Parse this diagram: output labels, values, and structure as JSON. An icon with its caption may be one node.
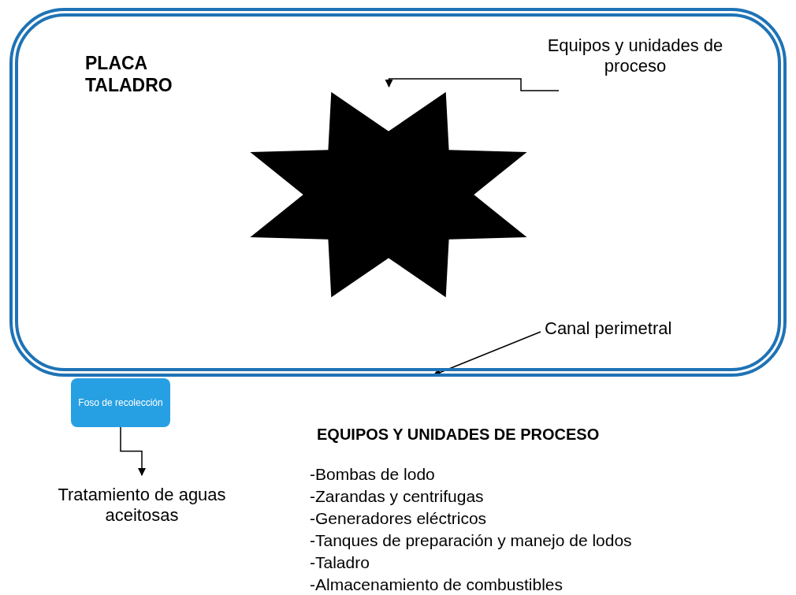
{
  "diagram": {
    "nodes": [
      {
        "text": [
          "PLACA TALADRO"
        ]
      },
      {
        "text": [],
        "shape": "star",
        "in": 0
      },
      {
        "text": [
          "Equipos y unidades de proceso"
        ],
        "in": 0
      },
      {
        "text": [
          "Canal perimetral"
        ],
        "in": 0
      },
      {
        "text": [
          "Foso de recolección"
        ]
      },
      {
        "text": [
          "Tratamiento de aguas aceitosas"
        ]
      }
    ],
    "edges": [
      {
        "from": 2,
        "to": 1,
        "arrow": "to"
      },
      {
        "from": 3,
        "to": null,
        "arrow": "to"
      },
      {
        "from": 4,
        "to": 5,
        "arrow": "to"
      }
    ],
    "labels": [
      "EQUIPOS Y UNIDADES DE PROCESO",
      "-Bombas de lodo",
      "-Zarandas y centrifugas",
      "-Generadores eléctricos",
      "-Tanques de preparación y manejo de lodos",
      "-Taladro",
      "-Almacenamiento de combustibles"
    ]
  }
}
